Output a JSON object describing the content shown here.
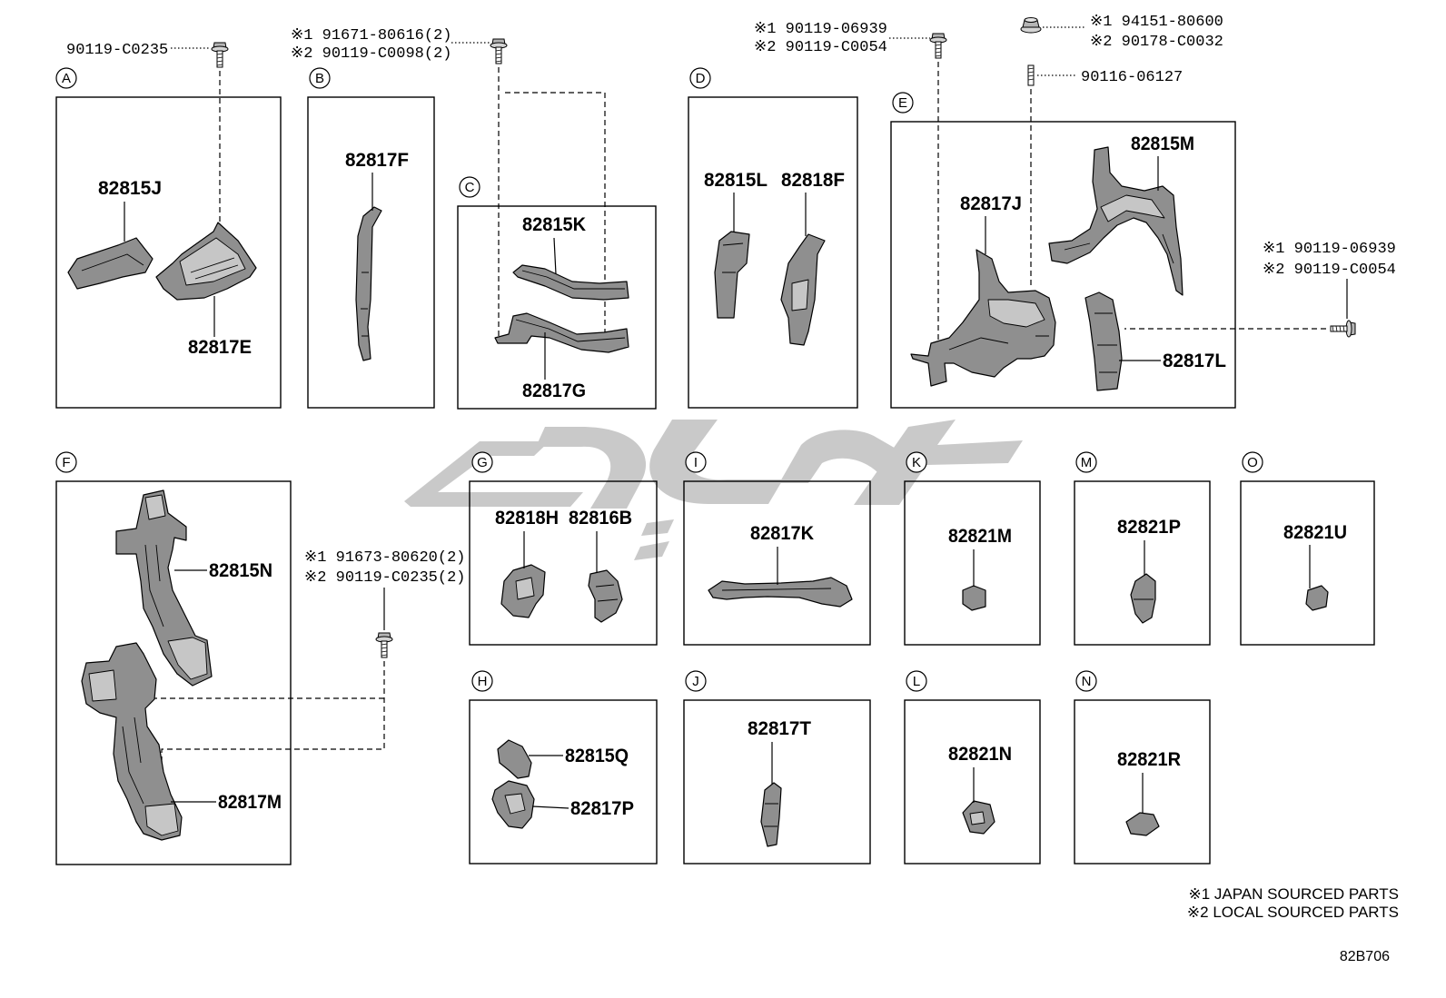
{
  "fasteners": {
    "group_a_bolt": {
      "label": "90119-C0235"
    },
    "group_c_bolt": {
      "line1": "※1 91671-80616(2)",
      "line2": "※2 90119-C0098(2)"
    },
    "group_e_bolt_top": {
      "line1": "※1 90119-06939",
      "line2": "※2 90119-C0054"
    },
    "group_e_nut": {
      "line1": "※1 94151-80600",
      "line2": "※2 90178-C0032"
    },
    "group_e_stud": {
      "label": "90116-06127"
    },
    "group_e_bolt_side": {
      "line1": "※1 90119-06939",
      "line2": "※2 90119-C0054"
    },
    "group_f_bolt": {
      "line1": "※1 91673-80620(2)",
      "line2": "※2 90119-C0235(2)"
    }
  },
  "groups": {
    "A": {
      "letter": "A",
      "parts": [
        "82815J",
        "82817E"
      ]
    },
    "B": {
      "letter": "B",
      "parts": [
        "82817F"
      ]
    },
    "C": {
      "letter": "C",
      "parts": [
        "82815K",
        "82817G"
      ]
    },
    "D": {
      "letter": "D",
      "parts": [
        "82815L",
        "82818F"
      ]
    },
    "E": {
      "letter": "E",
      "parts": [
        "82815M",
        "82817J",
        "82817L"
      ]
    },
    "F": {
      "letter": "F",
      "parts": [
        "82815N",
        "82817M"
      ]
    },
    "G": {
      "letter": "G",
      "parts": [
        "82818H",
        "82816B"
      ]
    },
    "H": {
      "letter": "H",
      "parts": [
        "82815Q",
        "82817P"
      ]
    },
    "I": {
      "letter": "I",
      "parts": [
        "82817K"
      ]
    },
    "J": {
      "letter": "J",
      "parts": [
        "82817T"
      ]
    },
    "K": {
      "letter": "K",
      "parts": [
        "82821M"
      ]
    },
    "L": {
      "letter": "L",
      "parts": [
        "82821N"
      ]
    },
    "M": {
      "letter": "M",
      "parts": [
        "82821P"
      ]
    },
    "N": {
      "letter": "N",
      "parts": [
        "82821R"
      ]
    },
    "O": {
      "letter": "O",
      "parts": [
        "82821U"
      ]
    }
  },
  "notes": {
    "japan": "※1 JAPAN SOURCED PARTS",
    "local": "※2 LOCAL SOURCED PARTS"
  },
  "diagram_code": "82B706"
}
